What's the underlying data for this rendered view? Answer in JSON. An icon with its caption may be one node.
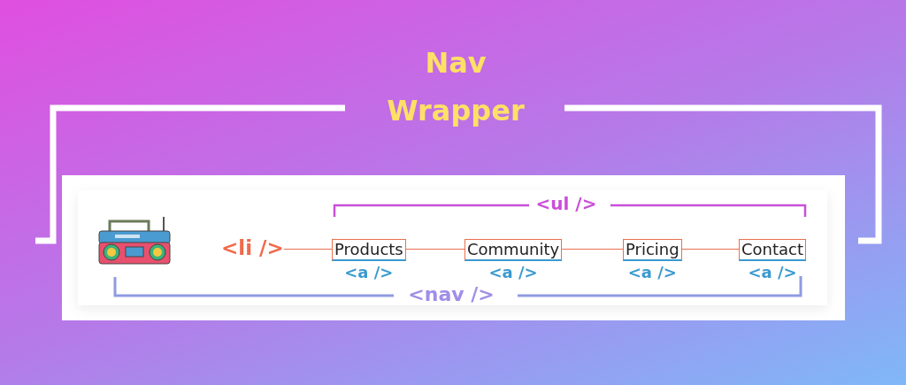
{
  "diagram": {
    "nodes": [
      {
        "text": [
          "<li />"
        ]
      },
      {
        "text": [
          "Products"
        ],
        "beside": [
          "<a />"
        ]
      },
      {
        "text": [
          "Community"
        ],
        "beside": [
          "<a />"
        ]
      },
      {
        "text": [
          "Pricing"
        ],
        "beside": [
          "<a />"
        ]
      },
      {
        "text": [
          "Contact"
        ],
        "beside": [
          "<a />"
        ]
      }
    ],
    "edges": [
      {
        "from": 0,
        "to": 1,
        "arrow": "none"
      },
      {
        "from": 1,
        "to": 2,
        "arrow": "none"
      },
      {
        "from": 2,
        "to": 3,
        "arrow": "none"
      },
      {
        "from": 3,
        "to": 4,
        "arrow": "none"
      }
    ],
    "labels": [
      "Nav Wrapper",
      "<ul />",
      "<nav />"
    ]
  }
}
